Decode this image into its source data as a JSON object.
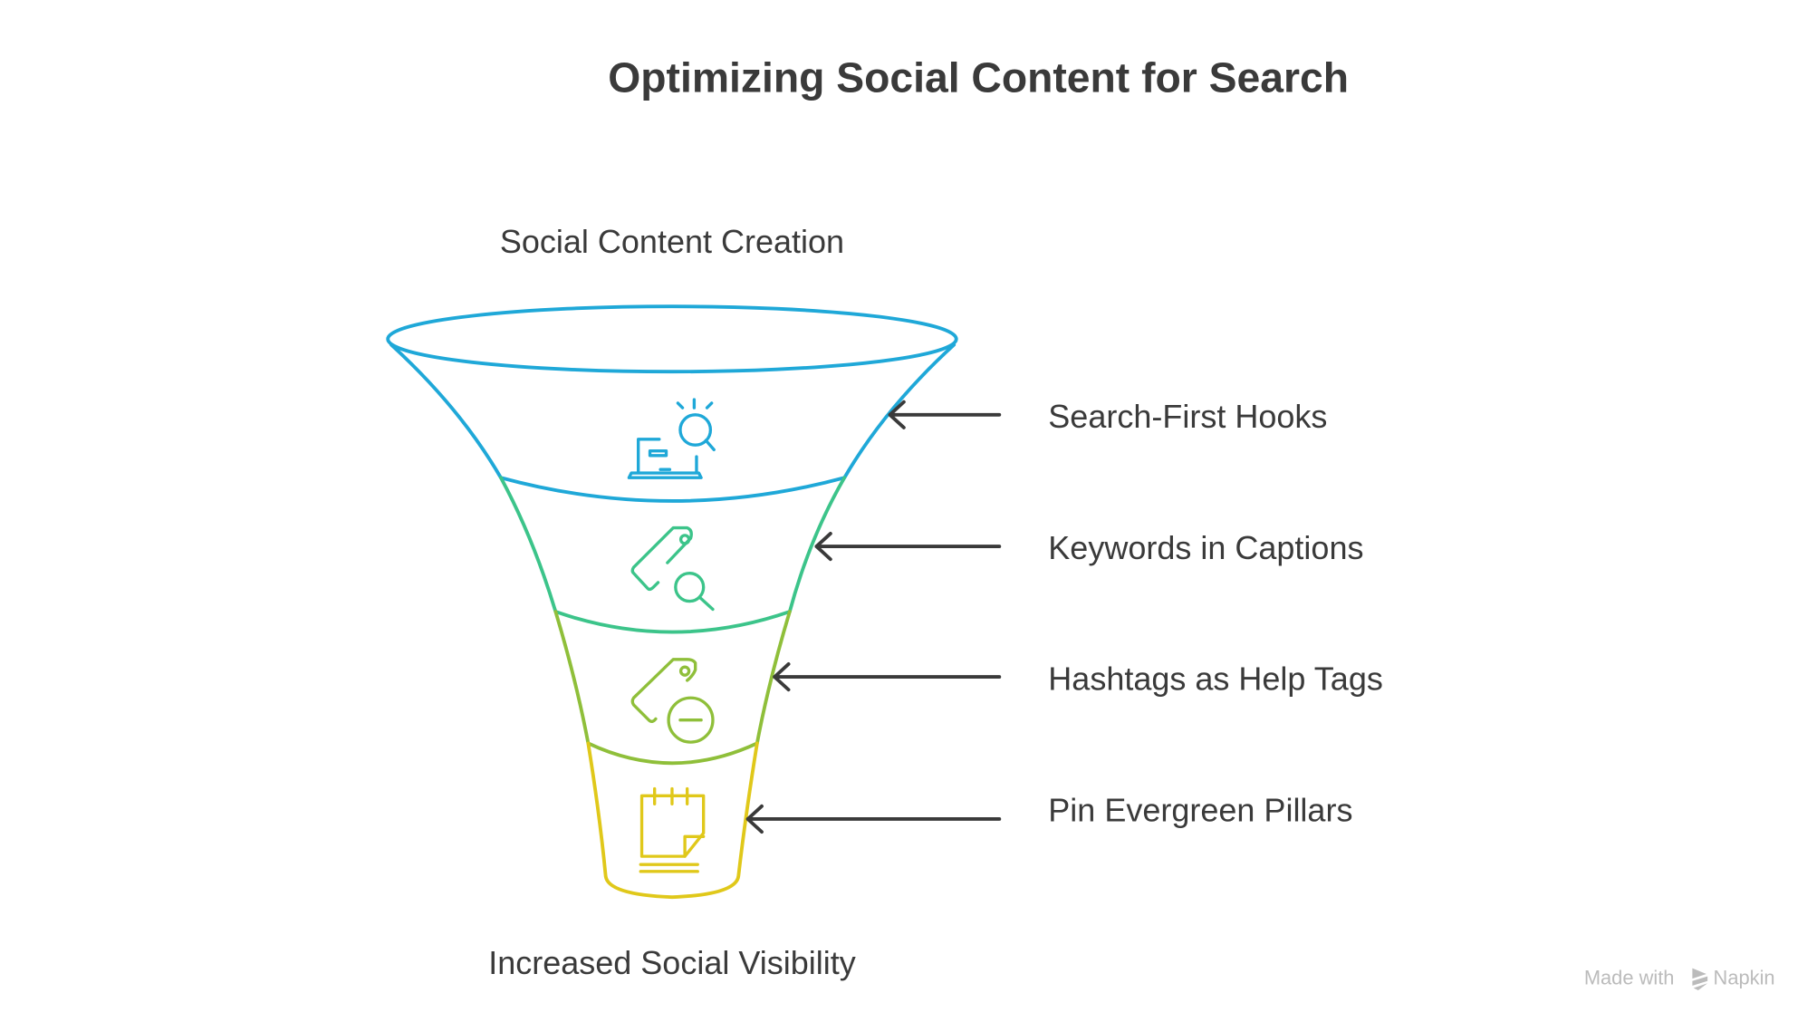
{
  "title": "Optimizing Social Content for Search",
  "top_label": "Social Content Creation",
  "bottom_label": "Increased Social Visibility",
  "stages": [
    {
      "label": "Search-First Hooks",
      "icon": "laptop-search-icon",
      "color": "#1fa8d8"
    },
    {
      "label": "Keywords in Captions",
      "icon": "tag-search-icon",
      "color": "#3cc48a"
    },
    {
      "label": "Hashtags as Help Tags",
      "icon": "tag-minus-icon",
      "color": "#8fbf3a"
    },
    {
      "label": "Pin Evergreen Pillars",
      "icon": "notepad-icon",
      "color": "#e0c81a"
    }
  ],
  "footer": {
    "made_with": "Made with",
    "brand": "Napkin"
  }
}
